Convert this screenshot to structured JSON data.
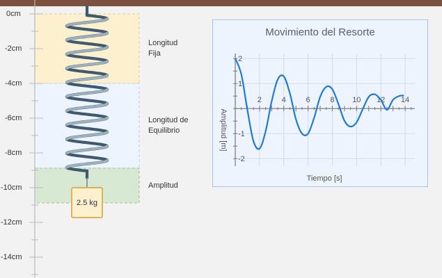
{
  "ruler": {
    "labels": [
      "0cm",
      "-2cm",
      "-4cm",
      "-6cm",
      "-8cm",
      "-10cm",
      "-12cm",
      "-14cm"
    ]
  },
  "zones": {
    "fixed_length": {
      "label_line1": "Longitud",
      "label_line2": "Fija",
      "color": "#fdf0cf"
    },
    "equilibrium_length": {
      "label_line1": "Longitud de",
      "label_line2": "Equilibrio",
      "color": "#eef4fe"
    },
    "amplitude": {
      "label": "Amplitud",
      "color": "#d7e8d3"
    }
  },
  "mass": {
    "label": "2.5 kg",
    "color": "#fdf0cf"
  },
  "graph": {
    "title": "Movimiento del Resorte",
    "xlabel": "Tiempo [s]",
    "ylabel": "Amplitud [m]",
    "x_ticks": [
      "2",
      "4",
      "6",
      "8",
      "10",
      "12",
      "14"
    ],
    "y_ticks": [
      "2",
      "1",
      "-1",
      "-2"
    ],
    "line_color": "#1f7ad6"
  },
  "chart_data": {
    "type": "line",
    "title": "Movimiento del Resorte",
    "xlabel": "Tiempo [s]",
    "ylabel": "Amplitud [m]",
    "xlim": [
      0,
      14.8
    ],
    "ylim": [
      -2.3,
      2.2
    ],
    "grid": true,
    "series": [
      {
        "x": [
          0,
          0.5,
          1,
          1.5,
          2,
          2.5,
          3,
          3.5,
          4,
          4.5,
          5,
          5.5,
          6,
          6.5,
          7,
          7.5,
          8,
          8.5,
          9,
          9.5,
          10,
          10.5,
          11,
          11.5,
          12,
          12.5,
          13,
          13.5,
          13.9
        ],
        "y": [
          2.0,
          1.37,
          -0.05,
          -1.3,
          -1.6,
          -0.91,
          0.29,
          1.16,
          1.29,
          0.61,
          -0.43,
          -1.0,
          -1.0,
          -0.37,
          0.47,
          0.87,
          0.77,
          0.18,
          -0.49,
          -0.72,
          -0.55,
          -0.03,
          0.47,
          0.57,
          0.35,
          -0.05,
          0.35,
          0.5,
          0.52
        ]
      }
    ]
  }
}
